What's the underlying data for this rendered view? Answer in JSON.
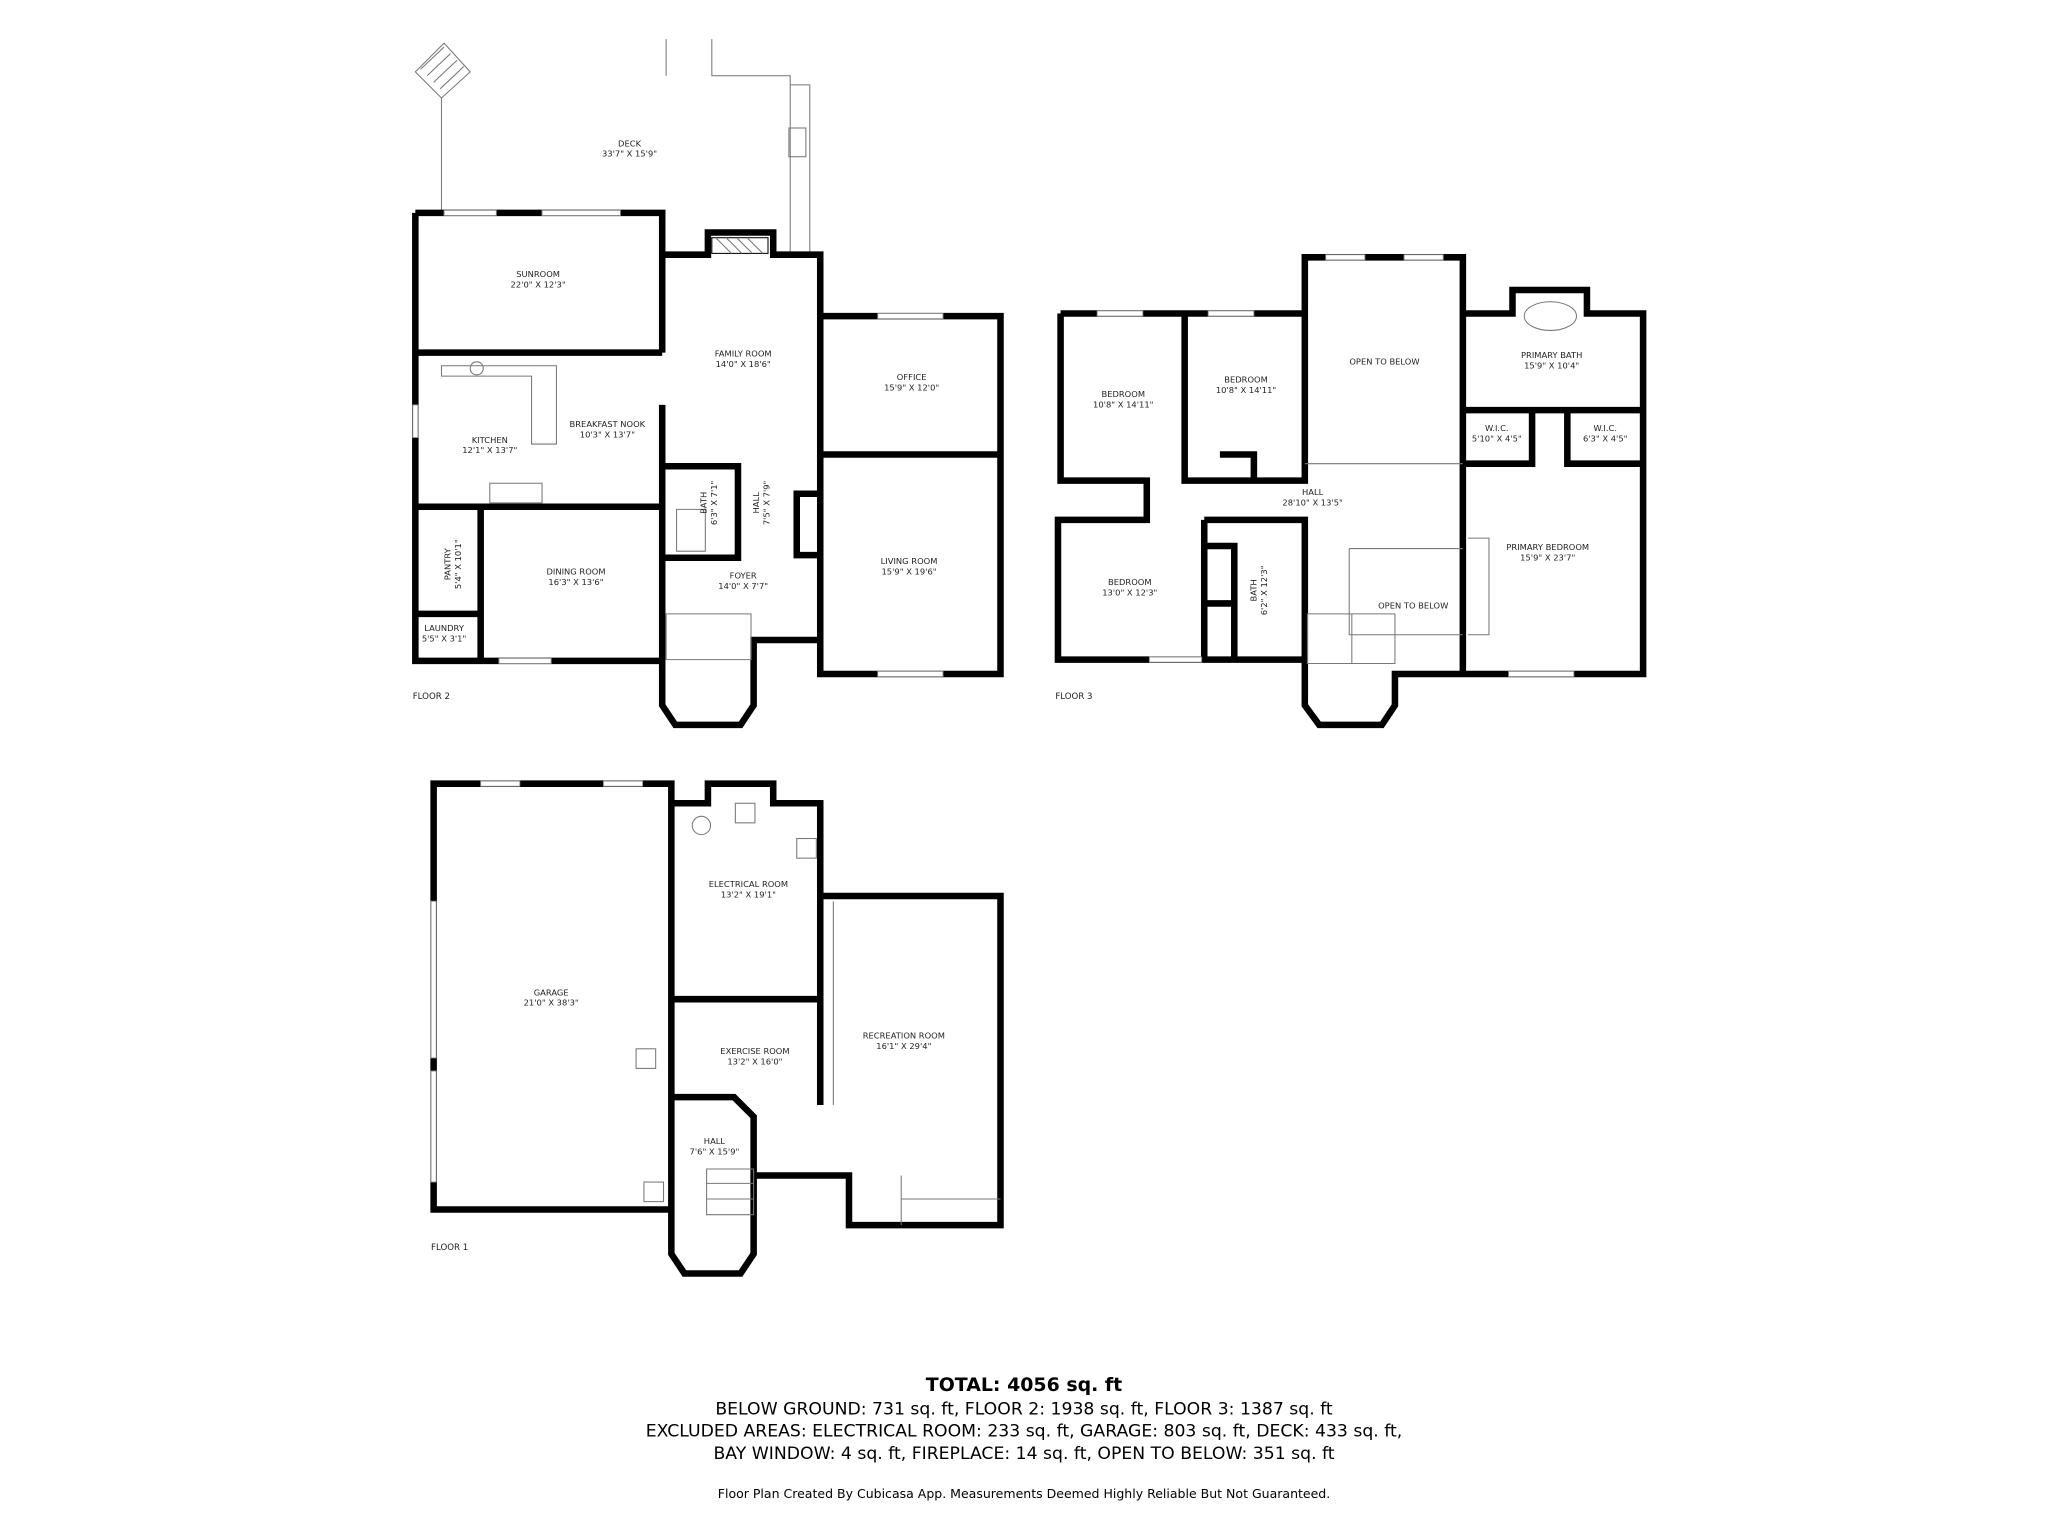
{
  "floors": [
    {
      "label": "FLOOR 2",
      "rooms": [
        {
          "name": "DECK",
          "dims": "33'7\" X 15'9\""
        },
        {
          "name": "SUNROOM",
          "dims": "22'0\" X 12'3\""
        },
        {
          "name": "FAMILY ROOM",
          "dims": "14'0\" X 18'6\""
        },
        {
          "name": "OFFICE",
          "dims": "15'9\" X 12'0\""
        },
        {
          "name": "KITCHEN",
          "dims": "12'1\" X 13'7\""
        },
        {
          "name": "BREAKFAST NOOK",
          "dims": "10'3\" X 13'7\""
        },
        {
          "name": "BATH",
          "dims": "6'3\" X 7'1\""
        },
        {
          "name": "HALL",
          "dims": "7'5\" X 7'9\""
        },
        {
          "name": "PANTRY",
          "dims": "5'4\" X 10'1\""
        },
        {
          "name": "DINING ROOM",
          "dims": "16'3\" X 13'6\""
        },
        {
          "name": "LIVING ROOM",
          "dims": "15'9\" X 19'6\""
        },
        {
          "name": "FOYER",
          "dims": "14'0\" X 7'7\""
        },
        {
          "name": "LAUNDRY",
          "dims": "5'5\" X 3'1\""
        }
      ]
    },
    {
      "label": "FLOOR 3",
      "rooms": [
        {
          "name": "BEDROOM",
          "dims": "10'8\" X 14'11\""
        },
        {
          "name": "BEDROOM",
          "dims": "10'8\" X 14'11\""
        },
        {
          "name": "OPEN TO BELOW",
          "dims": ""
        },
        {
          "name": "PRIMARY BATH",
          "dims": "15'9\" X 10'4\""
        },
        {
          "name": "W.I.C.",
          "dims": "5'10\" X 4'5\""
        },
        {
          "name": "W.I.C.",
          "dims": "6'3\" X 4'5\""
        },
        {
          "name": "HALL",
          "dims": "28'10\" X 13'5\""
        },
        {
          "name": "PRIMARY BEDROOM",
          "dims": "15'9\" X 23'7\""
        },
        {
          "name": "BEDROOM",
          "dims": "13'0\" X 12'3\""
        },
        {
          "name": "BATH",
          "dims": "6'2\" X 12'3\""
        },
        {
          "name": "OPEN TO BELOW",
          "dims": ""
        }
      ]
    },
    {
      "label": "FLOOR 1",
      "rooms": [
        {
          "name": "GARAGE",
          "dims": "21'0\" X 38'3\""
        },
        {
          "name": "ELECTRICAL ROOM",
          "dims": "13'2\" X 19'1\""
        },
        {
          "name": "RECREATION ROOM",
          "dims": "16'1\" X 29'4\""
        },
        {
          "name": "EXERCISE ROOM",
          "dims": "13'2\" X 16'0\""
        },
        {
          "name": "HALL",
          "dims": "7'6\" X 15'9\""
        }
      ]
    }
  ],
  "summary": {
    "total": "TOTAL: 4056 sq. ft",
    "line1": "BELOW GROUND: 731 sq. ft, FLOOR 2: 1938 sq. ft, FLOOR 3: 1387 sq. ft",
    "line2": "EXCLUDED AREAS: ELECTRICAL ROOM: 233 sq. ft, GARAGE: 803 sq. ft, DECK: 433 sq. ft,",
    "line3": "BAY WINDOW: 4 sq. ft, FIREPLACE: 14 sq. ft, OPEN TO BELOW: 351 sq. ft"
  },
  "footer": "Floor Plan Created By Cubicasa App. Measurements Deemed Highly Reliable But Not Guaranteed."
}
